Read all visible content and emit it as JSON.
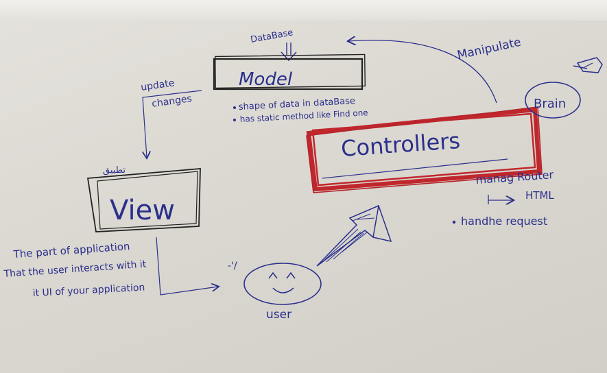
{
  "colors": {
    "ink": "#2a2f8c",
    "controllers_box": "#c0272d",
    "paper": "#dcd9d2"
  },
  "arabic_note": "تطبيق",
  "labels": {
    "database": "DataBase",
    "model": "Model",
    "controllers": "Controllers",
    "view": "View",
    "user": "user",
    "brain": "Brain",
    "manipulate": "Manipulate",
    "update": "update",
    "changes": "changes",
    "router": "manag Router",
    "html": "HTML",
    "handle_request": "handhe request",
    "mark": "-'/"
  },
  "model_notes": [
    "shape of data in dataBase",
    "has static method like Find one"
  ],
  "view_notes": [
    "The part of application",
    "That the user interacts with it",
    "it UI of your application"
  ],
  "icons": [
    "smiley-face-icon",
    "hand-pointer-icon",
    "down-arrow-icon"
  ]
}
